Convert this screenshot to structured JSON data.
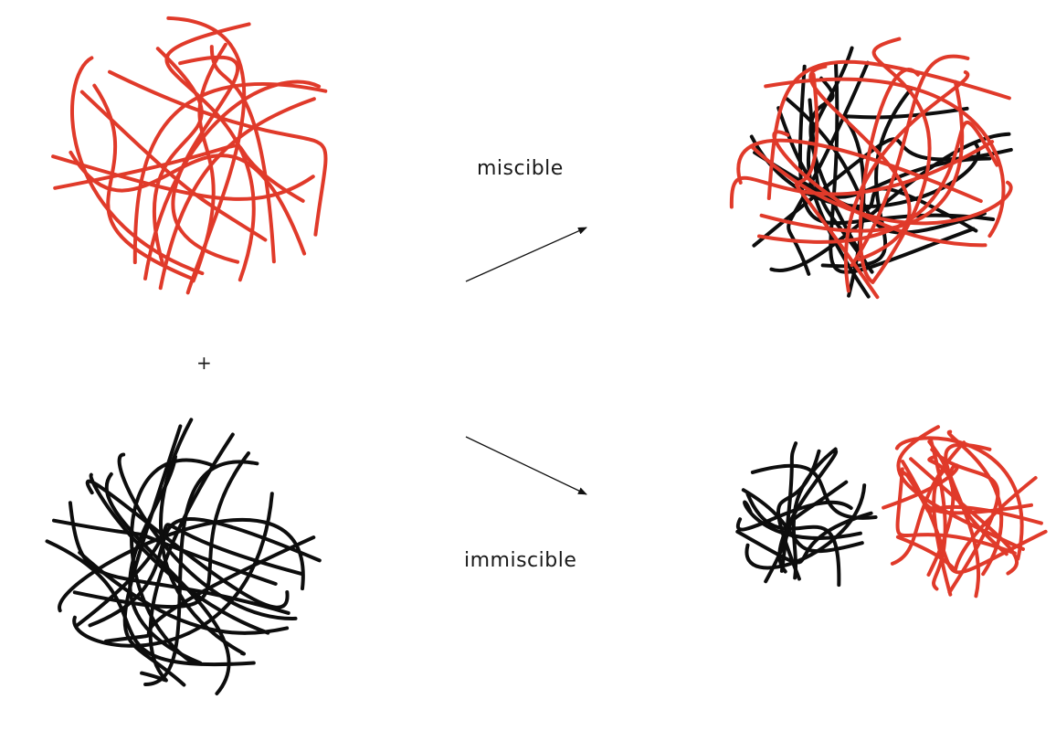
{
  "labels": {
    "plus": "+",
    "miscible": "miscible",
    "immiscible": "immiscible"
  },
  "colors": {
    "polymer_a": "#e03a2a",
    "polymer_b": "#0d0d0d",
    "background": "#ffffff"
  },
  "blobs": [
    {
      "name": "red-polymer-blob",
      "color": "polymer_a",
      "strands": 16,
      "seed": 11
    },
    {
      "name": "black-polymer-blob",
      "color": "polymer_b",
      "strands": 20,
      "seed": 23
    },
    {
      "name": "miscible-blend-black",
      "color": "polymer_b",
      "strands": 14,
      "seed": 37
    },
    {
      "name": "miscible-blend-red",
      "color": "polymer_a",
      "strands": 14,
      "seed": 41
    },
    {
      "name": "immiscible-black-domain",
      "color": "polymer_b",
      "strands": 12,
      "seed": 53
    },
    {
      "name": "immiscible-red-domain",
      "color": "polymer_a",
      "strands": 16,
      "seed": 67
    }
  ]
}
